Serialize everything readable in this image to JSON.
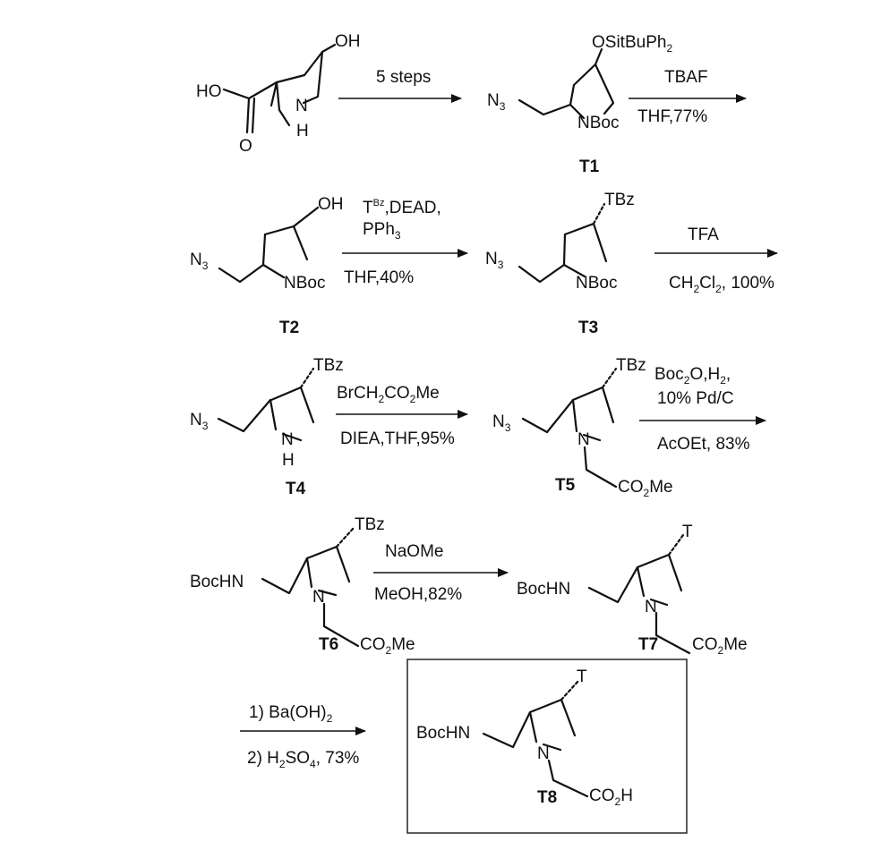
{
  "compounds": {
    "start": {
      "ho": "HO",
      "o": "O",
      "nh_n": "N",
      "nh_h": "H",
      "oh": "OH"
    },
    "T1": {
      "label": "T1",
      "osi": "OSitBuPh",
      "osi_sub": "2",
      "n3_n": "N",
      "n3_sub": "3",
      "nboc": "NBoc"
    },
    "T2": {
      "label": "T2",
      "oh": "OH",
      "n3_n": "N",
      "n3_sub": "3",
      "nboc": "NBoc"
    },
    "T3": {
      "label": "T3",
      "tbz": "TBz",
      "n3_n": "N",
      "n3_sub": "3",
      "nboc": "NBoc"
    },
    "T4": {
      "label": "T4",
      "tbz": "TBz",
      "n3_n": "N",
      "n3_sub": "3",
      "n": "N",
      "h": "H"
    },
    "T5": {
      "label": "T5",
      "tbz": "TBz",
      "n3_n": "N",
      "n3_sub": "3",
      "n": "N",
      "co": "CO",
      "co_sub": "2",
      "me": "Me"
    },
    "T6": {
      "label": "T6",
      "tbz": "TBz",
      "bochn": "BocHN",
      "n": "N",
      "co": "CO",
      "co_sub": "2",
      "me": "Me"
    },
    "T7": {
      "label": "T7",
      "t": "T",
      "bochn": "BocHN",
      "n": "N",
      "co": "CO",
      "co_sub": "2",
      "me": "Me"
    },
    "T8": {
      "label": "T8",
      "t": "T",
      "bochn": "BocHN",
      "n": "N",
      "co": "CO",
      "co_sub": "2",
      "h": "H"
    }
  },
  "conditions": {
    "step1": {
      "above": "5 steps"
    },
    "step2": {
      "above": "TBAF",
      "below": "THF,77%"
    },
    "step3": {
      "above1_T": "T",
      "above1_sup": "Bz",
      "above1_rest": ",DEAD,",
      "above2_main": "PPh",
      "above2_sub": "3",
      "below": "THF,40%"
    },
    "step4": {
      "above": "TFA",
      "below_a": "CH",
      "below_sub1": "2",
      "below_b": "Cl",
      "below_sub2": "2",
      "below_c": ", 100%"
    },
    "step5": {
      "above_a": "BrCH",
      "above_sub1": "2",
      "above_b": "CO",
      "above_sub2": "2",
      "above_c": "Me",
      "below": "DIEA,THF,95%"
    },
    "step6": {
      "above1_a": "Boc",
      "above1_sub1": "2",
      "above1_b": "O,H",
      "above1_sub2": "2",
      "above1_c": ",",
      "above2": "10% Pd/C",
      "below": "AcOEt, 83%"
    },
    "step7": {
      "above": "NaOMe",
      "below": "MeOH,82%"
    },
    "step8": {
      "above_a": "1) Ba(OH)",
      "above_sub": "2",
      "below_a": "2) H",
      "below_sub1": "2",
      "below_b": "SO",
      "below_sub2": "4",
      "below_c": ", 73%"
    }
  }
}
